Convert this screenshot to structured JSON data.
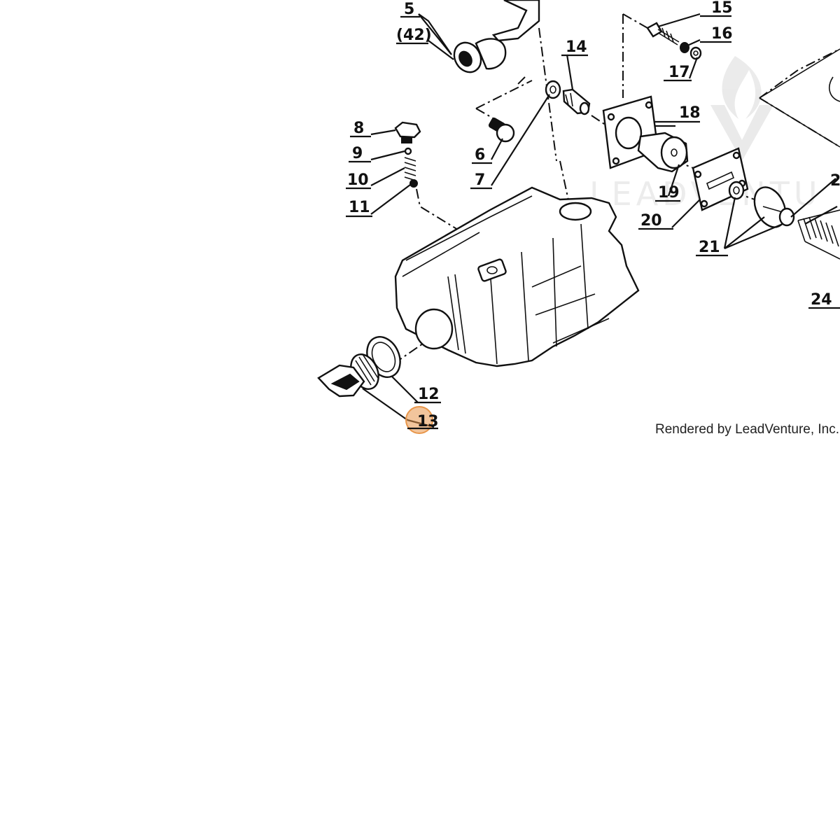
{
  "diagram": {
    "callouts": [
      {
        "id": "5",
        "text": "5"
      },
      {
        "id": "42",
        "text": "(42)"
      },
      {
        "id": "8",
        "text": "8"
      },
      {
        "id": "9",
        "text": "9"
      },
      {
        "id": "10",
        "text": "10"
      },
      {
        "id": "11",
        "text": "11"
      },
      {
        "id": "6",
        "text": "6"
      },
      {
        "id": "7",
        "text": "7"
      },
      {
        "id": "14",
        "text": "14"
      },
      {
        "id": "15",
        "text": "15"
      },
      {
        "id": "16",
        "text": "16"
      },
      {
        "id": "17",
        "text": "17"
      },
      {
        "id": "18",
        "text": "18"
      },
      {
        "id": "19",
        "text": "19"
      },
      {
        "id": "20",
        "text": "20"
      },
      {
        "id": "21",
        "text": "21"
      },
      {
        "id": "2x",
        "text": "2"
      },
      {
        "id": "24",
        "text": "24"
      },
      {
        "id": "12",
        "text": "12"
      },
      {
        "id": "13",
        "text": "13"
      }
    ],
    "highlight": {
      "callout": "13",
      "color": "#e8964a"
    },
    "credit": "Rendered by LeadVenture, Inc.",
    "watermark": "LEADVENTU"
  }
}
